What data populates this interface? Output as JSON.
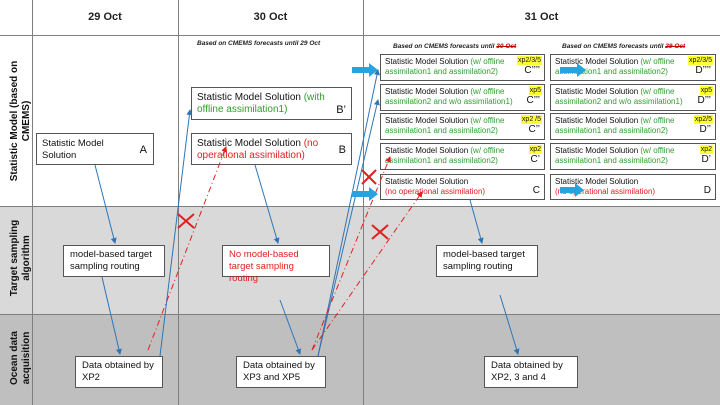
{
  "header": {
    "day_29": "29 Oct",
    "day_30": "30 Oct",
    "day_31": "31 Oct"
  },
  "rows": {
    "model": "Statistic Model (based on CMEMS)",
    "sampling": "Target sampling algorithm",
    "ocean": "Ocean data acquisition"
  },
  "notes": {
    "col30": "Based on  CMEMS forecasts until 29 Oct",
    "col31_prefix": "Based on  CMEMS forecasts until ",
    "col31_struck": "30 Oct",
    "col31b_struck": "29 Oct"
  },
  "model_boxes": {
    "a_text": "Statistic Model Solution",
    "a_letter": "A",
    "b1_text": "Statistic Model Solution ",
    "b1_green": "(with offline assimilation1)",
    "b1_letter": "B’",
    "b2_text": "Statistic Model Solution ",
    "b2_red": "(no operational assimilation)",
    "b2_letter": "B"
  },
  "col31_c": [
    {
      "text": "Statistic Model Solution ",
      "colored": "(w/ offline assimilation1 and assimilation2)",
      "color": "green",
      "letter": "C’’’’",
      "tag": "xp2/3/5"
    },
    {
      "text": "Statistic Model Solution ",
      "colored": "(w/ offline assimilation2 and w/o assimilation1)",
      "color": "green",
      "letter": "C’’’",
      "tag": "xp5"
    },
    {
      "text": "Statistic Model Solution ",
      "colored": "(w/ offline assimilation1 and assimilation2)",
      "color": "green",
      "letter": "C’’",
      "tag": "xp2 /5"
    },
    {
      "text": "Statistic Model Solution ",
      "colored": "(w/ offline assimilation1 and assimilation2)",
      "color": "green",
      "letter": "C’",
      "tag": "xp2"
    },
    {
      "text": "Statistic Model Solution",
      "colored": "(no operational assimilation)",
      "color": "red",
      "letter": "C",
      "tag": ""
    }
  ],
  "col31_d": [
    {
      "text": "Statistic Model Solution ",
      "colored": "(w/ offline assimilation1 and assimilation2)",
      "color": "green",
      "letter": "D’’’’",
      "tag": "xp2/3/5"
    },
    {
      "text": "Statistic Model Solution ",
      "colored": "(w/ offline assimilation2 and w/o assimilation1)",
      "color": "green",
      "letter": "D’’’",
      "tag": "xp5"
    },
    {
      "text": "Statistic Model Solution ",
      "colored": "(w/ offline assimilation1 and assimilation2)",
      "color": "green",
      "letter": "D’’",
      "tag": "xp2/5"
    },
    {
      "text": "Statistic Model Solution ",
      "colored": "(w/ offline assimilation1 and assimilation2)",
      "color": "green",
      "letter": "D’",
      "tag": "xp2"
    },
    {
      "text": "Statistic Model Solution",
      "colored": "(no operational assimilation)",
      "color": "red",
      "letter": "D",
      "tag": ""
    }
  ],
  "sampling_boxes": {
    "s29": "model-based target sampling routing",
    "s30": "No model-based target sampling routing",
    "s31": "model-based target sampling routing"
  },
  "ocean_boxes": {
    "o29": "Data obtained by XP2",
    "o30": "Data obtained by XP3 and XP5",
    "o31": "Data obtained by XP2, 3 and 4"
  },
  "colors": {
    "arrow_blue": "#2e75b6",
    "dashed_red": "#e02020",
    "highlight_blue": "#29a3e0",
    "tag_yellow": "#ffff33"
  }
}
